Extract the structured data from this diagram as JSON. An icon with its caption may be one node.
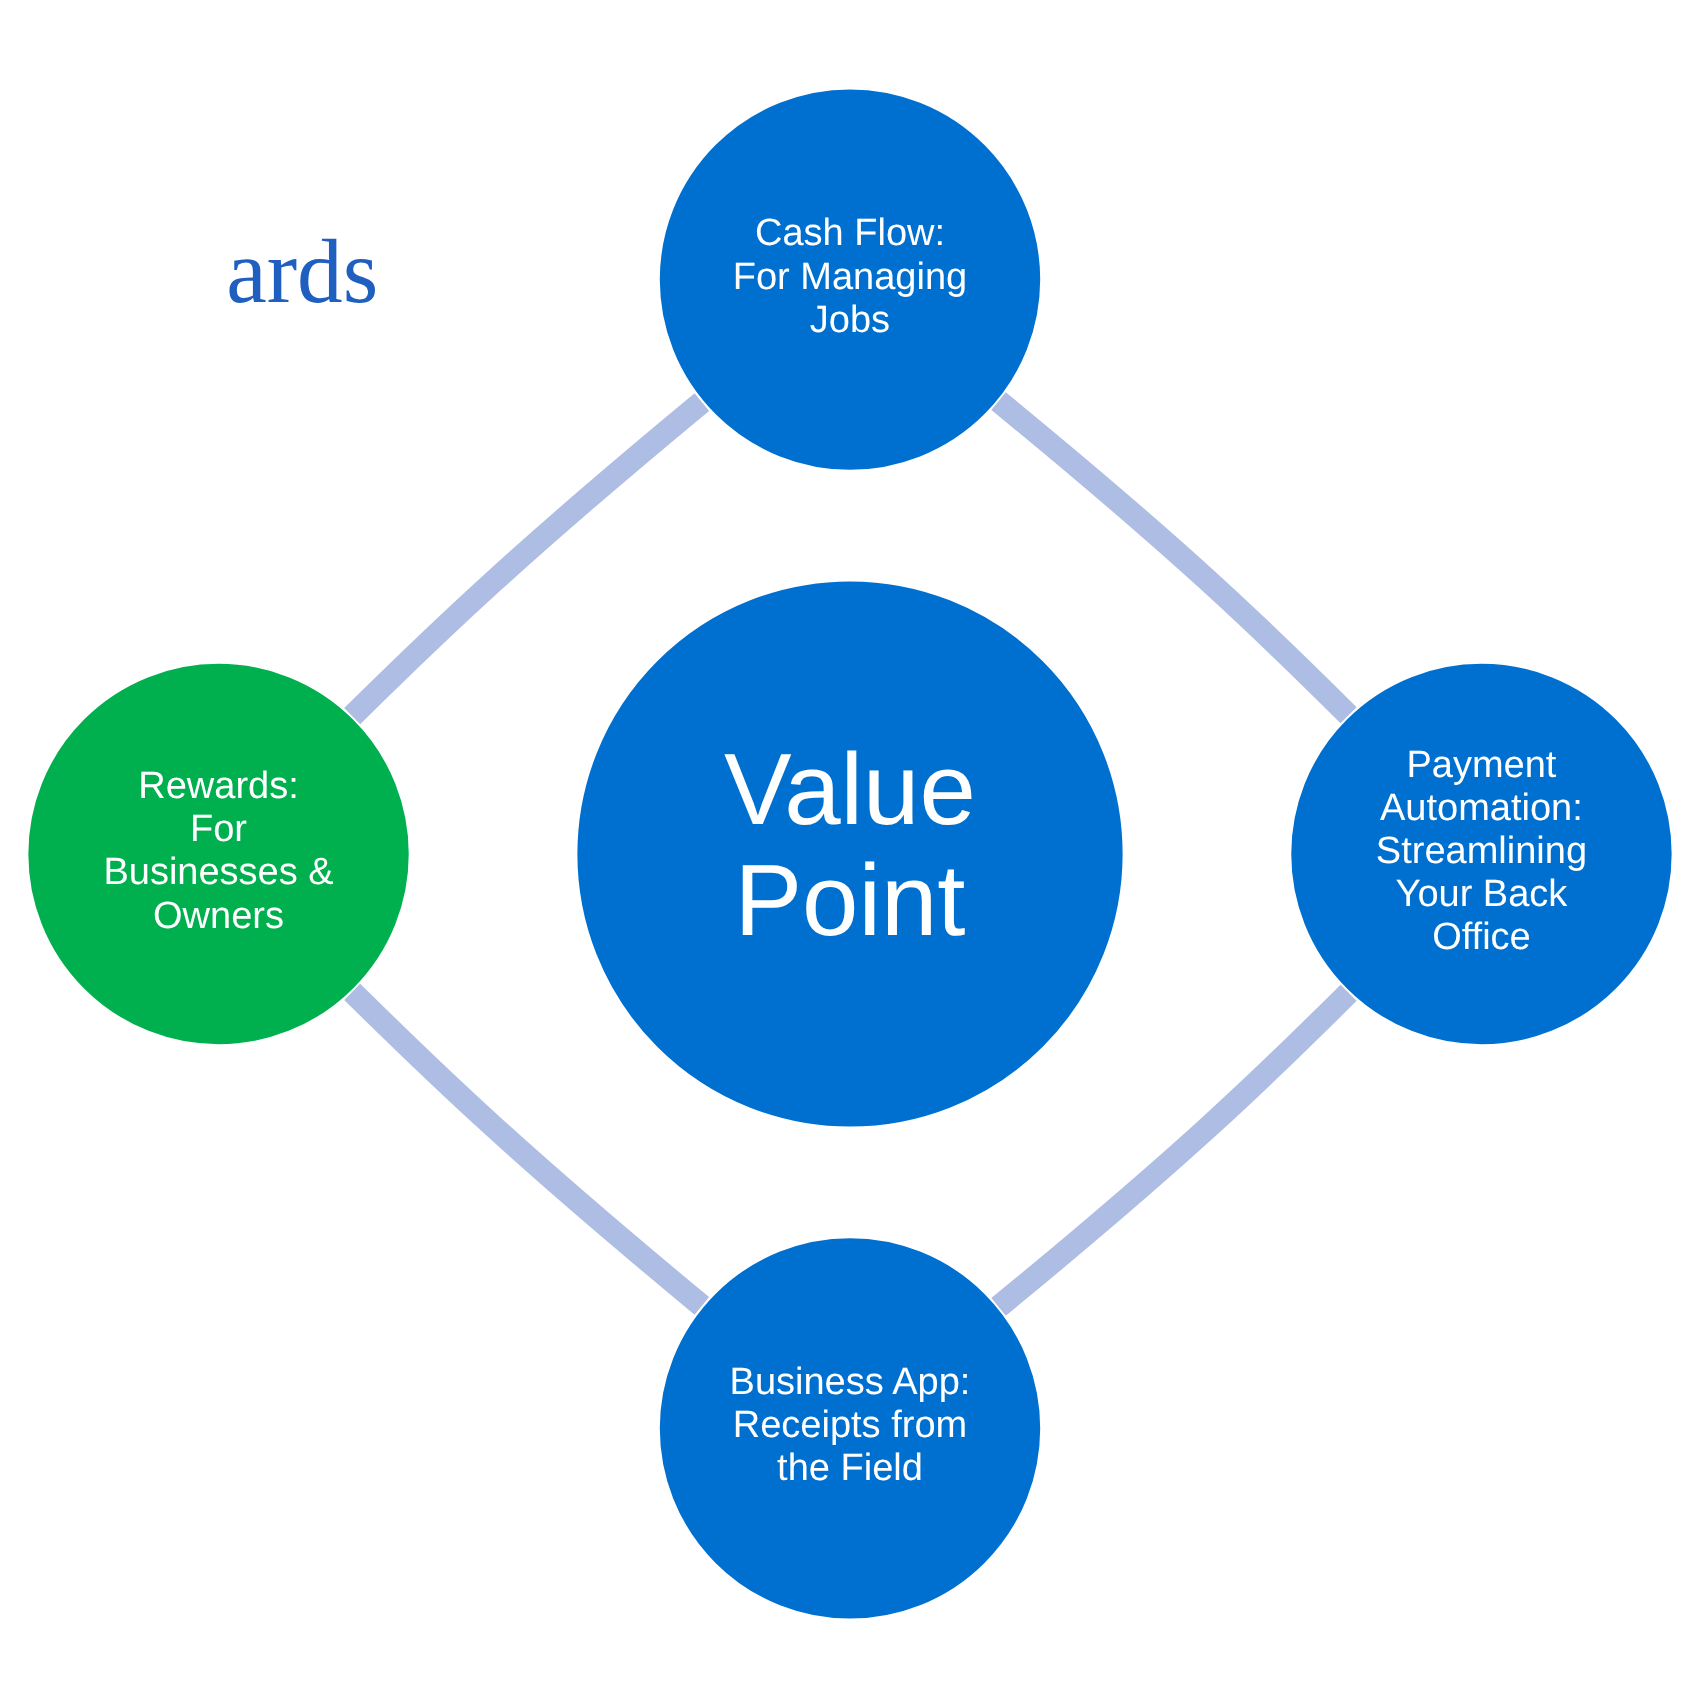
{
  "diagram": {
    "nodes": [
      {
        "text": [
          "Cash Flow:",
          "For Managing Jobs"
        ]
      },
      {
        "text": [
          "Rewards:",
          "For Businesses & Owners"
        ]
      },
      {
        "text": [
          "Value Point"
        ]
      },
      {
        "text": [
          "Payment Automation: Streamlining Your Back Office"
        ]
      },
      {
        "text": [
          "Business App:",
          "Receipts from the Field"
        ]
      }
    ],
    "edges": [
      {
        "from": 0,
        "to": 3,
        "arrow": "none"
      },
      {
        "from": 3,
        "to": 4,
        "arrow": "none"
      },
      {
        "from": 4,
        "to": 1,
        "arrow": "none"
      },
      {
        "from": 1,
        "to": 0,
        "arrow": "none"
      }
    ],
    "labels": [
      "ards"
    ]
  }
}
